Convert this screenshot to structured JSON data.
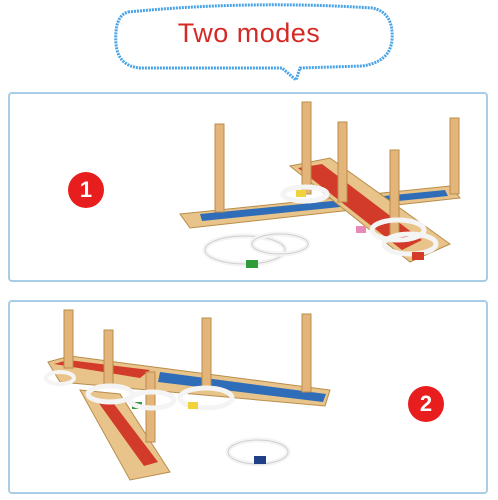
{
  "header": {
    "title": "Two modes"
  },
  "modes": [
    {
      "number": "1"
    },
    {
      "number": "2"
    }
  ],
  "colors": {
    "title": "#d42a26",
    "badge": "#e81e1e",
    "panel_border": "#a9cde4",
    "wood": "#e8c48a",
    "blue_strip": "#2f6db8",
    "red_strip": "#d23a2a",
    "rope": "#f4f4f4"
  }
}
